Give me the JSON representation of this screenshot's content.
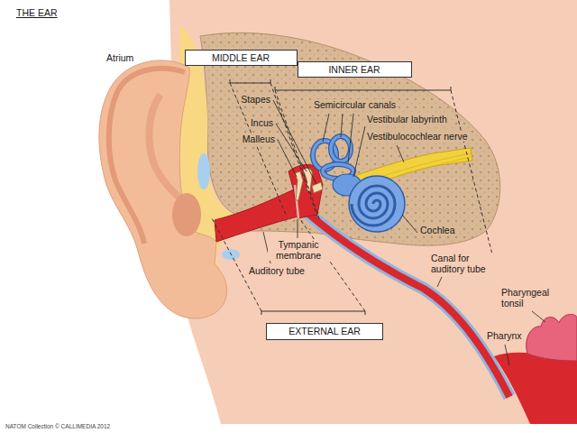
{
  "diagram": {
    "title": "THE EAR",
    "nodes": [
      {
        "text": [
          "MIDDLE EAR"
        ]
      },
      {
        "text": [
          "INNER EAR"
        ]
      },
      {
        "text": [
          "EXTERNAL EAR"
        ]
      }
    ],
    "labels": [
      "Atrium",
      "Stapes",
      "Incus",
      "Malleus",
      "Semicircular canals",
      "Vestibular labyrinth",
      "Vestibulocochlear nerve",
      "Cochlea",
      "Tympanic membrane",
      "Auditory tube",
      "Canal for auditory tube",
      "Pharyngeal tonsil",
      "Pharynx",
      "NATOM Collection © CALLIMEDIA 2012"
    ]
  }
}
